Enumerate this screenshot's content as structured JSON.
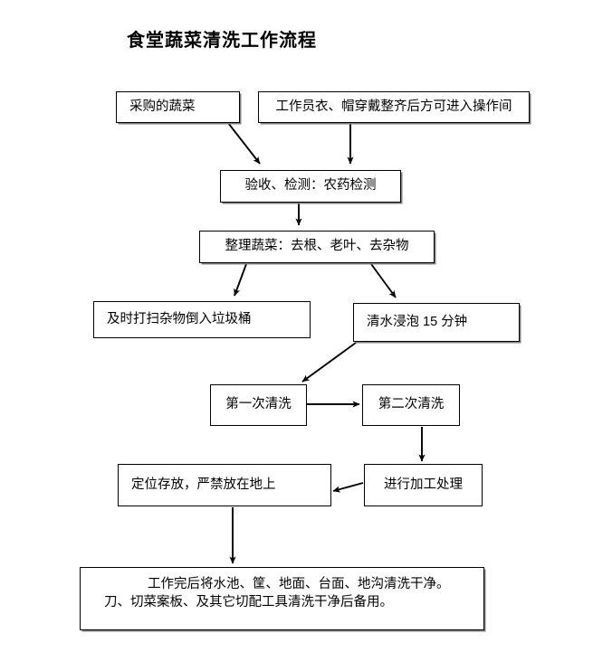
{
  "page": {
    "title": "食堂蔬菜清洗工作流程",
    "background_color": "#ffffff",
    "line_color": "#000000",
    "text_color": "#000000"
  },
  "flowchart": {
    "type": "flowchart",
    "nodes": [
      {
        "id": "purchased-vegetables",
        "label": "采购的蔬菜"
      },
      {
        "id": "staff-dress-code",
        "label": "工作员衣、帽穿戴整齐后方可进入操作间"
      },
      {
        "id": "acceptance-inspection",
        "label": "验收、检测：农药检测"
      },
      {
        "id": "sort-vegetables",
        "label": "整理蔬菜：去根、老叶、去杂物"
      },
      {
        "id": "dispose-waste",
        "label": "及时打扫杂物倒入垃圾桶"
      },
      {
        "id": "soak-clean-water",
        "label": "清水浸泡 15 分钟"
      },
      {
        "id": "first-wash",
        "label": "第一次清洗"
      },
      {
        "id": "second-wash",
        "label": "第二次清洗"
      },
      {
        "id": "store-in-place",
        "label": "定位存放，严禁放在地上"
      },
      {
        "id": "processing",
        "label": "进行加工处理"
      },
      {
        "id": "final-cleanup",
        "label_line1": "工作完后将水池、筐、地面、台面、地沟清洗干净。",
        "label_line2": "刀、切菜案板、及其它切配工具清洗干净后备用。"
      }
    ],
    "edges": [
      {
        "from": "purchased-vegetables",
        "to": "acceptance-inspection",
        "style": "diagonal-arrow"
      },
      {
        "from": "staff-dress-code",
        "to": "acceptance-inspection",
        "style": "vertical-arrow"
      },
      {
        "from": "acceptance-inspection",
        "to": "sort-vegetables",
        "style": "vertical-arrow"
      },
      {
        "from": "sort-vegetables",
        "to": "dispose-waste",
        "style": "diagonal-arrow"
      },
      {
        "from": "sort-vegetables",
        "to": "soak-clean-water",
        "style": "diagonal-arrow"
      },
      {
        "from": "soak-clean-water",
        "to": "first-wash",
        "style": "diagonal-arrow"
      },
      {
        "from": "first-wash",
        "to": "second-wash",
        "style": "horizontal-arrow"
      },
      {
        "from": "second-wash",
        "to": "processing",
        "style": "vertical-arrow"
      },
      {
        "from": "processing",
        "to": "store-in-place",
        "style": "horizontal-arrow-left"
      },
      {
        "from": "store-in-place",
        "to": "final-cleanup",
        "style": "vertical-arrow"
      }
    ]
  }
}
